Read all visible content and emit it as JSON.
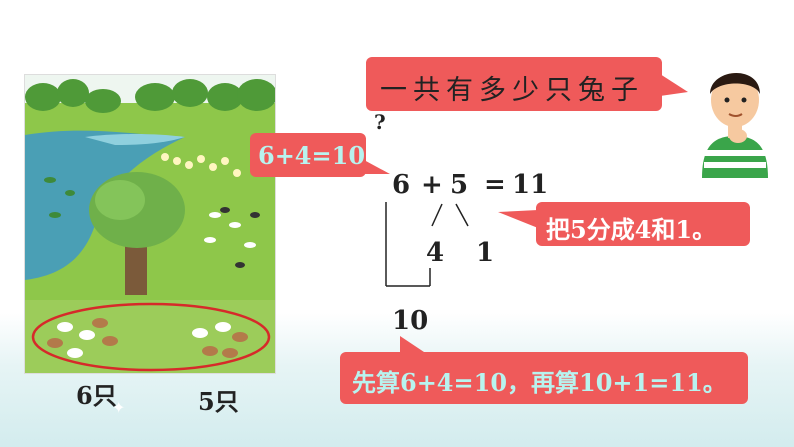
{
  "question": {
    "text": "一共有多少只兔子",
    "qmark": "?"
  },
  "hint_sum": "6+4=10",
  "split_hint": "把5分成4和1。",
  "conclusion": "先算6+4=10，再算10+1=11。",
  "equation": {
    "a": "6",
    "plus": "+",
    "b": "5",
    "eq": "=",
    "result": "11"
  },
  "split": {
    "left": "4",
    "right": "1",
    "ten": "10"
  },
  "counts": {
    "left": "6只",
    "right": "5只"
  },
  "colors": {
    "bubble": "#ef5a5a",
    "bubble_text_dark": "#222222",
    "bubble_text_light": "#ffffff",
    "bubble_text_teal": "#b8f3ef"
  },
  "icons": {
    "boy": "boy-thinking-icon",
    "scene": "meadow-rabbits-illustration"
  }
}
